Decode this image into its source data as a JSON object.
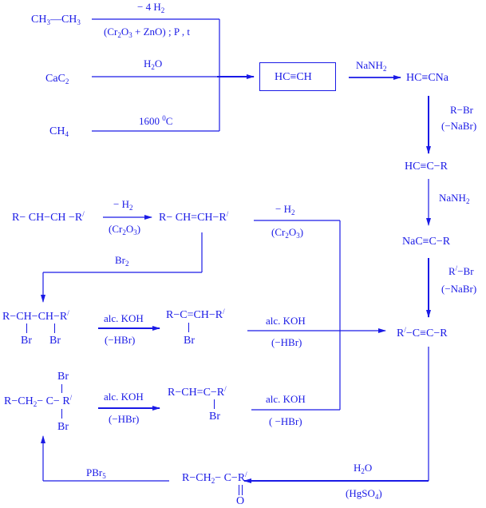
{
  "color": "#1a1ae6",
  "sources": {
    "ethane": {
      "a": "CH",
      "a_sub": "3",
      "b": "—CH",
      "b_sub": "3"
    },
    "ethane_reagent_top": {
      "pre": "− 4 H",
      "sub": "2"
    },
    "ethane_reagent_bottom": {
      "p1": "(Cr",
      "s1": "2",
      "p2": "O",
      "s2": "3",
      "p3": " + ZnO) ; P , t"
    },
    "calcium_carbide": {
      "a": "CaC",
      "sub": "2"
    },
    "calcium_carbide_reagent": {
      "a": "H",
      "sub": "2",
      "b": "O"
    },
    "methane": {
      "a": "CH",
      "sub": "4"
    },
    "methane_reagent": {
      "a": "1600 ",
      "sup": "0",
      "b": "C"
    }
  },
  "acetylene": "HC≡CH",
  "right_chain": {
    "nanh2_1": {
      "a": "NaNH",
      "sub": "2"
    },
    "sodium_acetylide": "HC≡CNa",
    "rbr_1": "R−Br",
    "minus_nabr_1": "(−NaBr)",
    "terminal_alkyne": "HC≡C−R",
    "nanh2_2": {
      "a": "NaNH",
      "sub": "2"
    },
    "sodium_alkynide": "NaC≡C−R",
    "rbr_2": {
      "a": "R",
      "sup": "/",
      "b": "−Br"
    },
    "minus_nabr_2": "(−NaBr)",
    "internal_alkyne": {
      "a": "R",
      "sup": "/",
      "b": "−C≡C−R"
    }
  },
  "left_chain": {
    "alkane": {
      "a": "R− CH−CH −R",
      "sup": "/"
    },
    "dehydro_1_top": {
      "a": "− H",
      "sub": "2"
    },
    "dehydro_1_bottom": {
      "a": "(Cr",
      "s1": "2",
      "b": "O",
      "s2": "3",
      "c": ")"
    },
    "alkene": {
      "a": "R− CH=CH−R",
      "sup": "/"
    },
    "dehydro_2_top": {
      "a": "−  H",
      "sub": "2"
    },
    "dehydro_2_bottom": {
      "a": "(Cr",
      "s1": "2",
      "b": "O",
      "s2": "3",
      "c": ")"
    },
    "br2": {
      "a": "Br",
      "sub": "2"
    },
    "vicinal_dibromide": {
      "a": "R−CH−CH−R",
      "sup": "/",
      "br1": "Br",
      "br2": "Br"
    },
    "koh_1_top": "alc. KOH",
    "koh_1_bottom": "(−HBr)",
    "vinyl_bromide_1": {
      "a": "R−C=CH−R",
      "sup": "/",
      "br": "Br"
    },
    "koh_2_top": "alc. KOH",
    "koh_2_bottom": "(−HBr)",
    "geminal_dibromide": {
      "a": "R−CH",
      "sub": "2",
      "b": "− C− R",
      "sup": "/",
      "br_top": "Br",
      "br_bottom": "Br"
    },
    "koh_3_top": "alc. KOH",
    "koh_3_bottom": "(−HBr)",
    "vinyl_bromide_2": {
      "a": "R−CH=C−R",
      "sup": "/",
      "br": "Br"
    },
    "koh_4_top": "alc. KOH",
    "koh_4_bottom": "( −HBr)"
  },
  "bottom_chain": {
    "h2o": {
      "a": "H",
      "sub": "2",
      "b": "O"
    },
    "hgso4": {
      "a": "(HgSO",
      "sub": "4",
      "b": ")"
    },
    "ketone": {
      "a": "R−CH",
      "sub": "2",
      "b": "− C−R",
      "sup": "/",
      "o": "O"
    },
    "pbr5": {
      "a": "PBr",
      "sub": "5"
    }
  }
}
